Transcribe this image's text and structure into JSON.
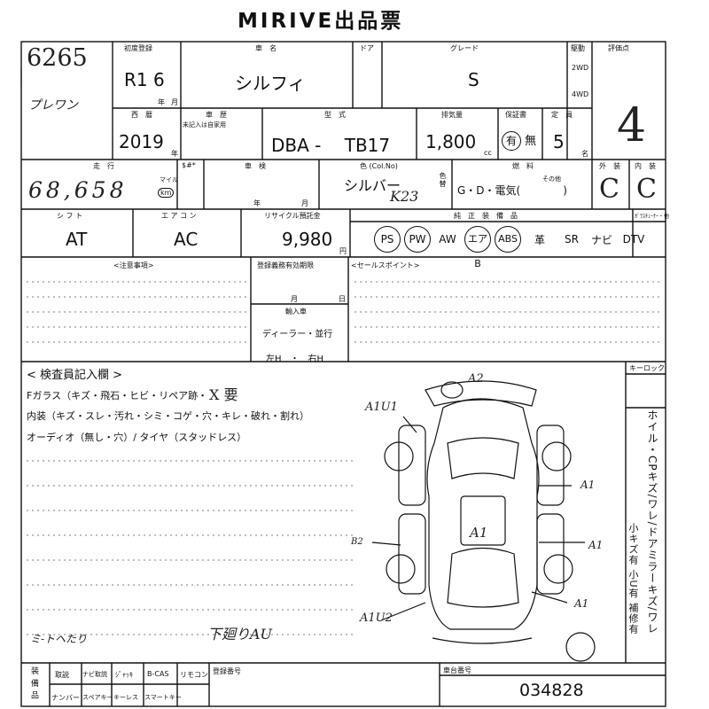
{
  "title": "MIRIVE出品票",
  "handwritten": {
    "lot_number": "6265",
    "corner_note": "プレワン",
    "score": "4",
    "mileage": "68,658",
    "color_code": "K23",
    "exterior_grade": "C",
    "interior_grade": "C",
    "windshield_mark": "X 要",
    "bottom_left_note": "ミ-トヘたり",
    "bottom_mid_note": "下廻りAU",
    "diagram_a2_top": "A2",
    "diagram_a1u1": "A1U1",
    "diagram_a1_center": "A1",
    "diagram_a1_right1": "A1",
    "diagram_a1_right2": "A1",
    "diagram_a1_right3": "A1",
    "diagram_b2": "B2",
    "diagram_a1u2": "A1U2"
  },
  "row1": {
    "reg_label": "初度登録",
    "reg_value": "R1  6",
    "year_unit": "年",
    "month_unit": "月",
    "carname_label": "車　名",
    "carname_value": "シルフィ",
    "door_label": "ドア",
    "grade_label": "グレード",
    "grade_value": "S",
    "drive_label": "駆動",
    "drive_2wd": "2WD",
    "drive_4wd": "4WD",
    "score_label": "評価点"
  },
  "row2": {
    "seireki_label": "西　暦",
    "seireki_value": "2019",
    "year_unit": "年",
    "shareki_label": "車　歴",
    "shareki_note": "未記入は自家用",
    "model_label": "型　式",
    "model_value": "DBA -　 TB17",
    "disp_label": "排気量",
    "disp_value": "1,800",
    "disp_unit": "cc",
    "warranty_label": "保証書",
    "warranty_yes": "有",
    "warranty_no": "無",
    "capacity_label": "定　員",
    "capacity_value": "5",
    "capacity_unit": "名"
  },
  "row3": {
    "mileage_label": "走　行",
    "mileage_unit_km": "km",
    "mileage_unit_mile": "マイル",
    "sdollar_label": "$#*",
    "inspection_label": "車　検",
    "year_unit": "年",
    "month_unit": "月",
    "color_label": "色 (Col.No)",
    "color_value": "シルバー",
    "color_side": "色替",
    "fuel_label": "燃　料",
    "fuel_value": "G・D・電気(　　　　)",
    "fuel_other": "その他",
    "ext_label": "外　装",
    "int_label": "内　装"
  },
  "row4": {
    "shift_label": "シ フ ト",
    "shift_value": "AT",
    "ac_label": "エ ア コ ン",
    "ac_value": "AC",
    "recycle_label": "リサイクル預託金",
    "recycle_value": "9,980",
    "recycle_unit": "円",
    "equip_label": "純　正　装　備　品",
    "tv_label": "ｶﾞﾗｽﾁｭｰﾅｰ・他",
    "equipment": [
      "PS",
      "PW",
      "AW",
      "エアB",
      "ABS",
      "革",
      "SR",
      "ナビ",
      "DTV"
    ]
  },
  "row5": {
    "notes_label": "<注意事項>",
    "deadline_label": "登録義務有効期限",
    "month_unit": "月",
    "day_unit": "日",
    "sales_label": "<セールスポイント>",
    "import_label": "輸入車",
    "import_dealer": "ディーラー・並行",
    "import_hand": "左H　・　右H"
  },
  "inspector": {
    "title": "< 検査員記入欄 >",
    "fglass": "Fガラス（キズ・飛石・ヒビ・リペア跡・",
    "interior": "内装（キズ・スレ・汚れ・シミ・コゲ・穴・キレ・破れ・割れ）",
    "audio": "オーディオ（無し・穴）/ タイヤ（スタッドレス）",
    "keylock": "キーロック",
    "side_text": "ホイル・CPキズ/ワレ/ドアミラーキズ/ワレ",
    "side_small": "小キズ有 小U有 補修有"
  },
  "footer": {
    "label_left": "装 備 品",
    "items_row1": [
      "取説",
      "ナビ取説",
      "ｼﾞｬｯｷ",
      "B-CAS",
      "リモコン"
    ],
    "items_row2": [
      "ナンバー",
      "スペアキー",
      "キーレス",
      "スマートキー"
    ],
    "reg_number_label": "登録番号",
    "chassis_label": "車台番号",
    "chassis_value": "034828"
  }
}
